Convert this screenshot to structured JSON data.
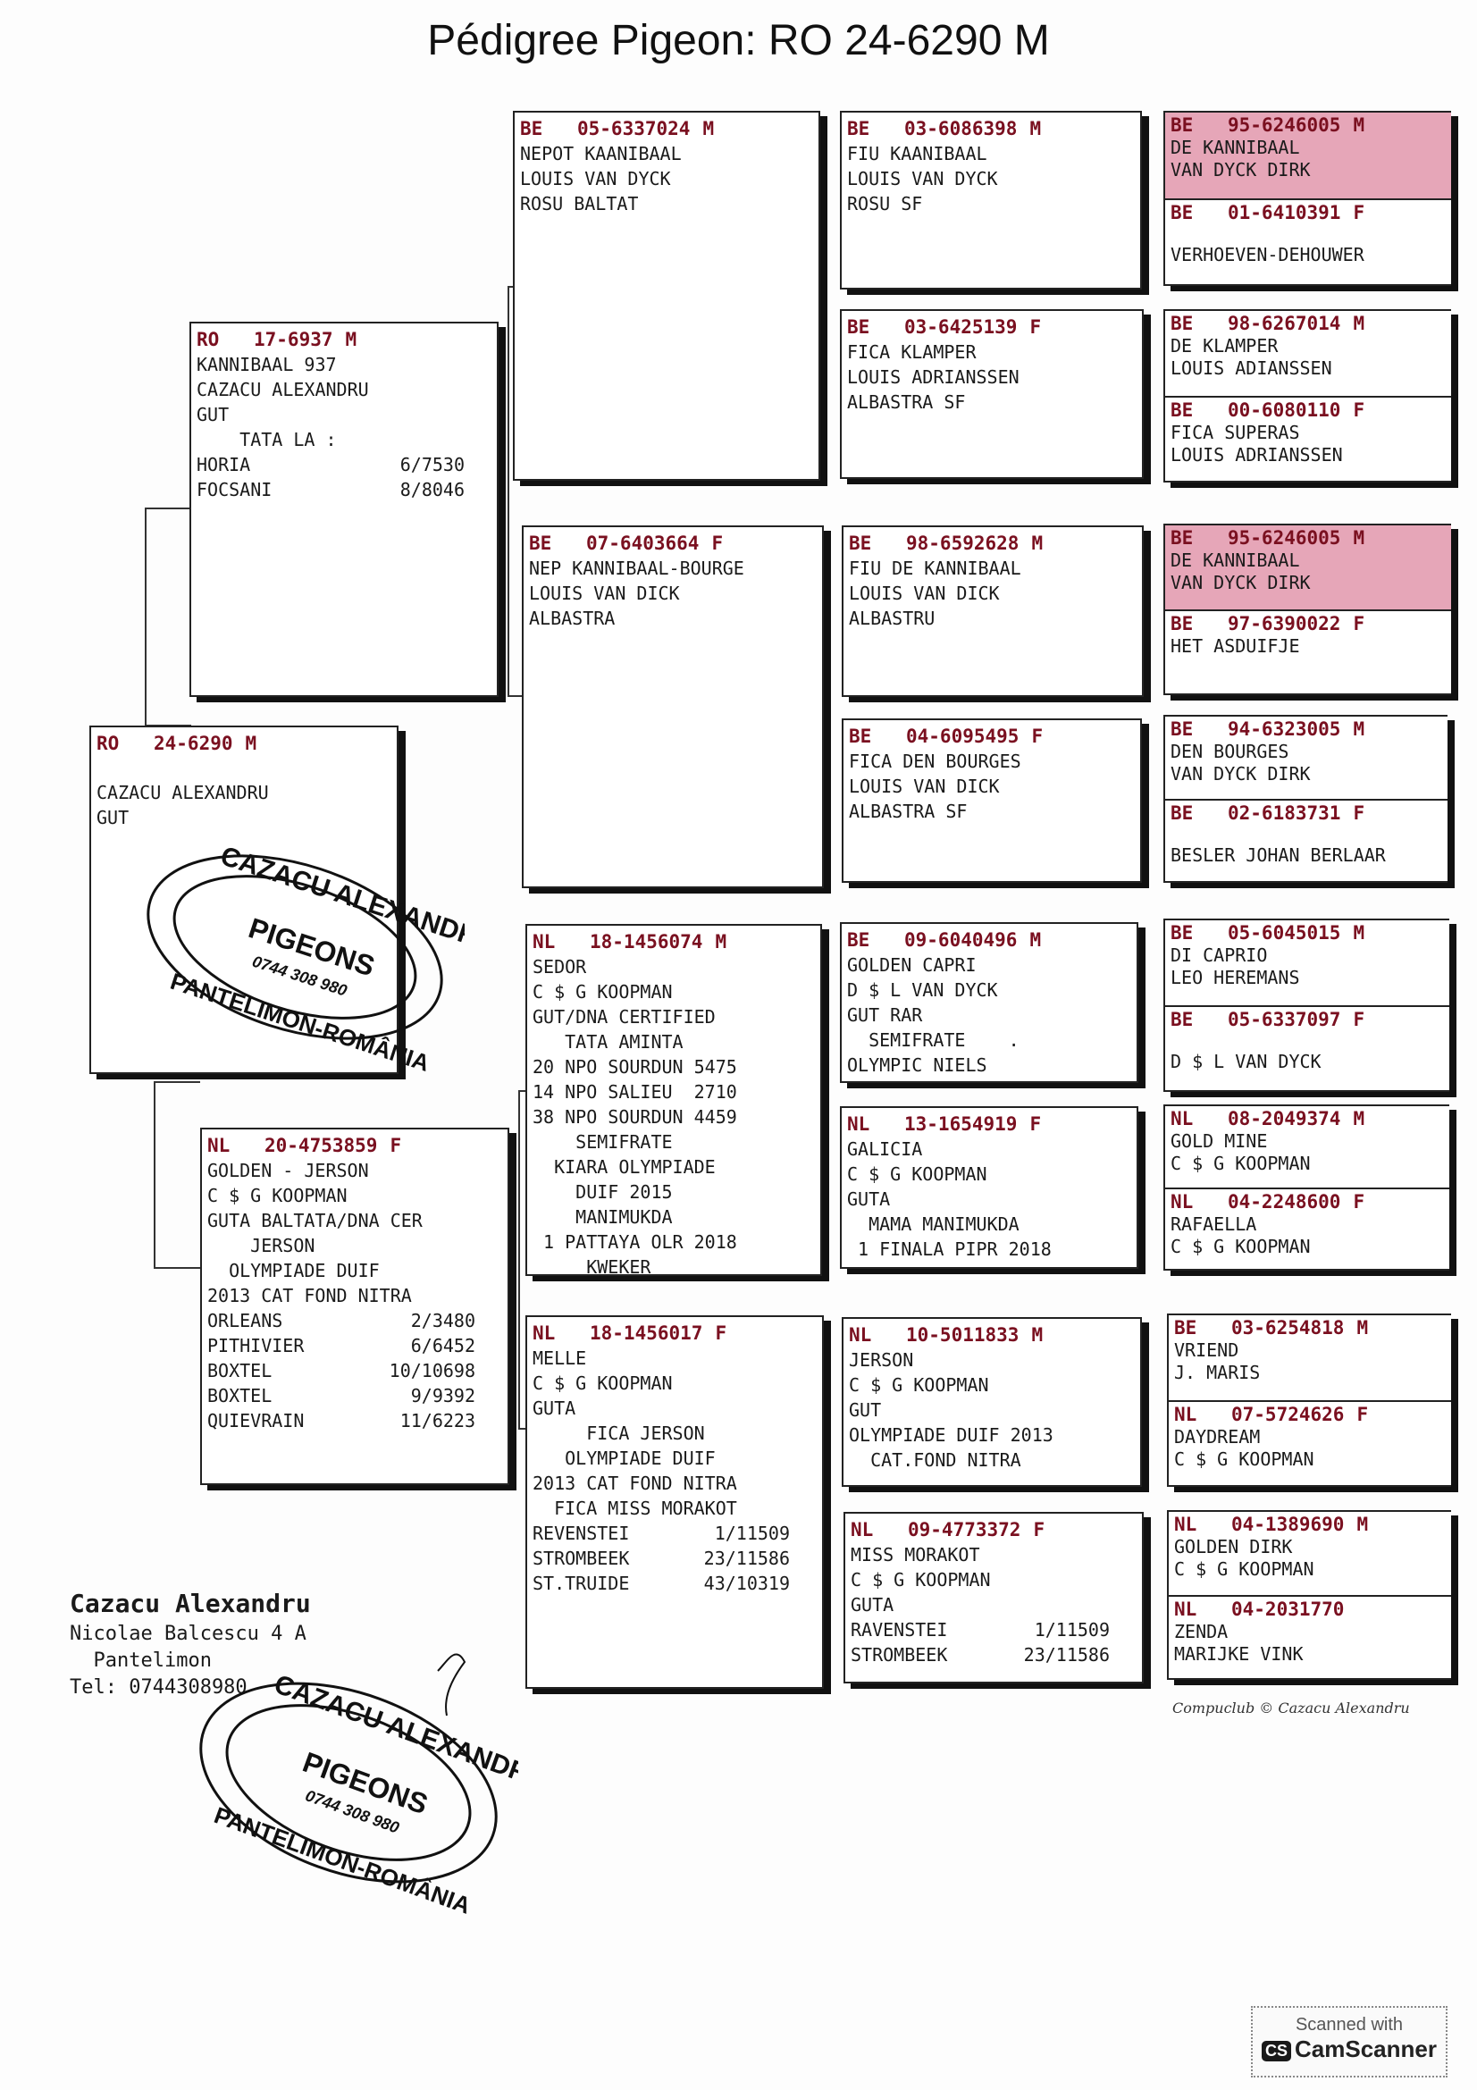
{
  "title": "Pédigree Pigeon: RO  24-6290 M",
  "subject": {
    "cc": "RO",
    "ring": "24-6290",
    "sex": "M",
    "lines": [
      "",
      "CAZACU ALEXANDRU",
      "GUT"
    ]
  },
  "sire": {
    "cc": "RO",
    "ring": "17-6937",
    "sex": "M",
    "lines": [
      "KANNIBAAL 937",
      "CAZACU ALEXANDRU",
      "GUT",
      "    TATA LA :"
    ],
    "results": [
      [
        "HORIA",
        "6/7530"
      ],
      [
        "FOCSANI",
        "8/8046"
      ]
    ]
  },
  "dam": {
    "cc": "NL",
    "ring": "20-4753859",
    "sex": "F",
    "lines": [
      "GOLDEN - JERSON",
      "C $ G KOOPMAN",
      "GUTA BALTATA/DNA CER",
      "    JERSON",
      "  OLYMPIADE DUIF",
      "2013 CAT FOND NITRA"
    ],
    "results": [
      [
        "ORLEANS",
        "2/3480"
      ],
      [
        "PITHIVIER",
        "6/6452"
      ],
      [
        "BOXTEL",
        "10/10698"
      ],
      [
        "BOXTEL",
        "9/9392"
      ],
      [
        "QUIEVRAIN",
        "11/6223"
      ]
    ]
  },
  "gen3": [
    {
      "cc": "BE",
      "ring": "05-6337024",
      "sex": "M",
      "lines": [
        "NEPOT KAANIBAAL",
        "LOUIS VAN DYCK",
        "ROSU BALTAT"
      ]
    },
    {
      "cc": "BE",
      "ring": "07-6403664",
      "sex": "F",
      "lines": [
        "NEP KANNIBAAL-BOURGE",
        "LOUIS VAN DICK",
        "ALBASTRA"
      ]
    },
    {
      "cc": "NL",
      "ring": "18-1456074",
      "sex": "M",
      "lines": [
        "SEDOR",
        "C $ G KOOPMAN",
        "GUT/DNA CERTIFIED",
        "   TATA AMINTA",
        "20 NPO SOURDUN 5475",
        "14 NPO SALIEU  2710",
        "38 NPO SOURDUN 4459",
        "    SEMIFRATE",
        "  KIARA OLYMPIADE",
        "    DUIF 2015",
        "    MANIMUKDA",
        " 1 PATTAYA OLR 2018",
        "     KWEKER"
      ]
    },
    {
      "cc": "NL",
      "ring": "18-1456017",
      "sex": "F",
      "lines": [
        "MELLE",
        "C $ G KOOPMAN",
        "GUTA",
        "     FICA JERSON",
        "   OLYMPIADE DUIF",
        "2013 CAT FOND NITRA",
        "  FICA MISS MORAKOT"
      ],
      "results": [
        [
          "REVENSTEI",
          "1/11509"
        ],
        [
          "STROMBEEK",
          "23/11586"
        ],
        [
          "ST.TRUIDE",
          "43/10319"
        ]
      ]
    }
  ],
  "gen4": [
    {
      "cc": "BE",
      "ring": "03-6086398",
      "sex": "M",
      "lines": [
        "FIU KAANIBAAL",
        "LOUIS VAN DYCK",
        "ROSU SF"
      ]
    },
    {
      "cc": "BE",
      "ring": "03-6425139",
      "sex": "F",
      "lines": [
        "FICA KLAMPER",
        "LOUIS ADRIANSSEN",
        "ALBASTRA SF"
      ]
    },
    {
      "cc": "BE",
      "ring": "98-6592628",
      "sex": "M",
      "lines": [
        "FIU DE KANNIBAAL",
        "LOUIS VAN DICK",
        "ALBASTRU"
      ]
    },
    {
      "cc": "BE",
      "ring": "04-6095495",
      "sex": "F",
      "lines": [
        "FICA DEN BOURGES",
        "LOUIS VAN DICK",
        "ALBASTRA SF"
      ]
    },
    {
      "cc": "BE",
      "ring": "09-6040496",
      "sex": "M",
      "lines": [
        "GOLDEN CAPRI",
        "D $ L VAN DYCK",
        "GUT RAR",
        "  SEMIFRATE    .",
        "OLYMPIC NIELS"
      ]
    },
    {
      "cc": "NL",
      "ring": "13-1654919",
      "sex": "F",
      "lines": [
        "GALICIA",
        "C $ G KOOPMAN",
        "GUTA",
        "  MAMA MANIMUKDA",
        " 1 FINALA PIPR 2018"
      ]
    },
    {
      "cc": "NL",
      "ring": "10-5011833",
      "sex": "M",
      "lines": [
        "JERSON",
        "C $ G KOOPMAN",
        "GUT",
        "OLYMPIADE DUIF 2013",
        "  CAT.FOND NITRA"
      ]
    },
    {
      "cc": "NL",
      "ring": "09-4773372",
      "sex": "F",
      "lines": [
        "MISS MORAKOT",
        "C $ G KOOPMAN",
        "GUTA"
      ],
      "results": [
        [
          "RAVENSTEI",
          "1/11509"
        ],
        [
          "STROMBEEK",
          "23/11586"
        ]
      ]
    }
  ],
  "gen5": [
    {
      "top": {
        "cc": "BE",
        "ring": "95-6246005",
        "sex": "M",
        "lines": [
          "DE KANNIBAAL",
          "VAN DYCK DIRK"
        ],
        "highlight": true
      },
      "bottom": {
        "cc": "BE",
        "ring": "01-6410391",
        "sex": "F",
        "lines": [
          "",
          "VERHOEVEN-DEHOUWER"
        ]
      }
    },
    {
      "top": {
        "cc": "BE",
        "ring": "98-6267014",
        "sex": "M",
        "lines": [
          "DE KLAMPER",
          "LOUIS ADIANSSEN"
        ]
      },
      "bottom": {
        "cc": "BE",
        "ring": "00-6080110",
        "sex": "F",
        "lines": [
          "FICA SUPERAS",
          "LOUIS ADRIANSSEN"
        ]
      }
    },
    {
      "top": {
        "cc": "BE",
        "ring": "95-6246005",
        "sex": "M",
        "lines": [
          "DE KANNIBAAL",
          "VAN DYCK DIRK"
        ],
        "highlight": true
      },
      "bottom": {
        "cc": "BE",
        "ring": "97-6390022",
        "sex": "F",
        "lines": [
          "HET ASDUIFJE"
        ]
      }
    },
    {
      "top": {
        "cc": "BE",
        "ring": "94-6323005",
        "sex": "M",
        "lines": [
          "DEN BOURGES",
          "VAN DYCK DIRK"
        ]
      },
      "bottom": {
        "cc": "BE",
        "ring": "02-6183731",
        "sex": "F",
        "lines": [
          "",
          "BESLER JOHAN BERLAAR"
        ]
      }
    },
    {
      "top": {
        "cc": "BE",
        "ring": "05-6045015",
        "sex": "M",
        "lines": [
          "DI CAPRIO",
          "LEO HEREMANS"
        ]
      },
      "bottom": {
        "cc": "BE",
        "ring": "05-6337097",
        "sex": "F",
        "lines": [
          "",
          "D $ L VAN DYCK"
        ]
      }
    },
    {
      "top": {
        "cc": "NL",
        "ring": "08-2049374",
        "sex": "M",
        "lines": [
          "GOLD MINE",
          "C $ G KOOPMAN"
        ]
      },
      "bottom": {
        "cc": "NL",
        "ring": "04-2248600",
        "sex": "F",
        "lines": [
          "RAFAELLA",
          "C $ G KOOPMAN"
        ]
      }
    },
    {
      "top": {
        "cc": "BE",
        "ring": "03-6254818",
        "sex": "M",
        "lines": [
          "VRIEND",
          "J. MARIS"
        ]
      },
      "bottom": {
        "cc": "NL",
        "ring": "07-5724626",
        "sex": "F",
        "lines": [
          "DAYDREAM",
          "C $ G KOOPMAN"
        ]
      }
    },
    {
      "top": {
        "cc": "NL",
        "ring": "04-1389690",
        "sex": "M",
        "lines": [
          "GOLDEN DIRK",
          "C $ G KOOPMAN"
        ]
      },
      "bottom": {
        "cc": "NL",
        "ring": "04-2031770",
        "sex": "",
        "lines": [
          "ZENDA",
          "MARIJKE VINK"
        ]
      }
    }
  ],
  "owner": {
    "name": "Cazacu Alexandru",
    "address1": "Nicolae Balcescu 4 A",
    "address2": "  Pantelimon",
    "phone": "Tel: 0744308980"
  },
  "stamp": {
    "line1": "CAZACU ALEXANDRU",
    "line2": "PIGEONS",
    "line3": "0744 308 980",
    "line4": "PANTELIMON-ROMÂNIA"
  },
  "credit": "Compuclub © Cazacu Alexandru",
  "scanner": {
    "line1": "Scanned with",
    "brand": "CamScanner",
    "badge": "CS"
  },
  "colors": {
    "ring": "#7a1020",
    "highlight": "#e6a6b8"
  }
}
